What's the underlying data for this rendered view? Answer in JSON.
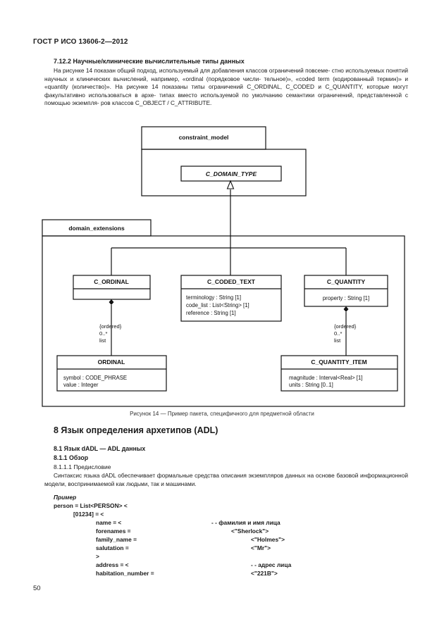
{
  "header": {
    "standard": "ГОСТ Р ИСО 13606-2—2012"
  },
  "section_7_12_2": {
    "title": "7.12.2 Научные/клинические вычислительные типы данных",
    "paragraph_lines": [
      "На рисунке 14 показан общий подход, используемый для добавления классов ограничений повсеме-",
      "стно используемых понятий научных и клинических вычислений, например, «ordinal (порядковое числи-",
      "тельное)», «coded term (кодированный термин)» и «quantity (количество)». На рисунке 14 показаны типы",
      "ограничений C_ORDINAL, C_CODED и C_QUANTITY, которые могут факультативно использоваться в архе-",
      "типах вместо используемой по умолчанию семантики ограничений, представленной с помощью экземпля-",
      "ров классов C_OBJECT / C_ATTRIBUTE."
    ]
  },
  "diagram": {
    "package_constraint_model": "constraint_model",
    "c_domain_type": "C_DOMAIN_TYPE",
    "package_domain_extensions": "domain_extensions",
    "c_ordinal": "C_ORDINAL",
    "c_coded_text": {
      "name": "C_CODED_TEXT",
      "attributes": [
        "terminology : String [1]",
        "code_list : List<String> [1]",
        "reference : String [1]"
      ]
    },
    "c_quantity": {
      "name": "C_QUANTITY",
      "attributes": [
        "property : String [1]"
      ]
    },
    "ordinal_assoc": [
      "{ordered}",
      "0..*",
      "list"
    ],
    "quantity_assoc": [
      "{ordered}",
      "0..*",
      "list"
    ],
    "ordinal": {
      "name": "ORDINAL",
      "attributes": [
        "symbol : CODE_PHRASE",
        "value : Integer"
      ]
    },
    "c_quantity_item": {
      "name": "C_QUANTITY_ITEM",
      "attributes": [
        "magnitude : Interval<Real> [1]",
        "units : String [0..1]"
      ]
    }
  },
  "figure_caption": "Рисунок 14 — Пример пакета, специфичного для предметной области",
  "section_8": {
    "title": "8 Язык определения архетипов (ADL)",
    "sub_8_1": "8.1 Язык dADL — ADL данных",
    "sub_8_1_1": "8.1.1 Обзор",
    "sub_8_1_1_1": "8.1.1.1 Предисловие",
    "paragraph_lines": [
      "Синтаксис языка dADL обеспечивает формальные средства описания экземпляров данных на основе",
      "базовой информационной модели, воспринимаемой как людьми, так и машинами."
    ],
    "example_label": "Пример",
    "code": {
      "l1": "person = List<PERSON> <",
      "l2": "[01234] = <",
      "name_key": "name = <",
      "name_comment": "- - фамилия и имя лица",
      "forenames_key": "forenames =",
      "forenames_val": "<\"Sherlock\">",
      "family_key": "family_name =",
      "family_val": "<\"Holmes\">",
      "salutation_key": "salutation =",
      "salutation_val": "<\"Mr\">",
      "close": ">",
      "address_key": "address = <",
      "address_comment": "- - адрес лица",
      "habitation_key": "habitation_number =",
      "habitation_val": "<\"221B\">"
    }
  },
  "page_number": "50"
}
